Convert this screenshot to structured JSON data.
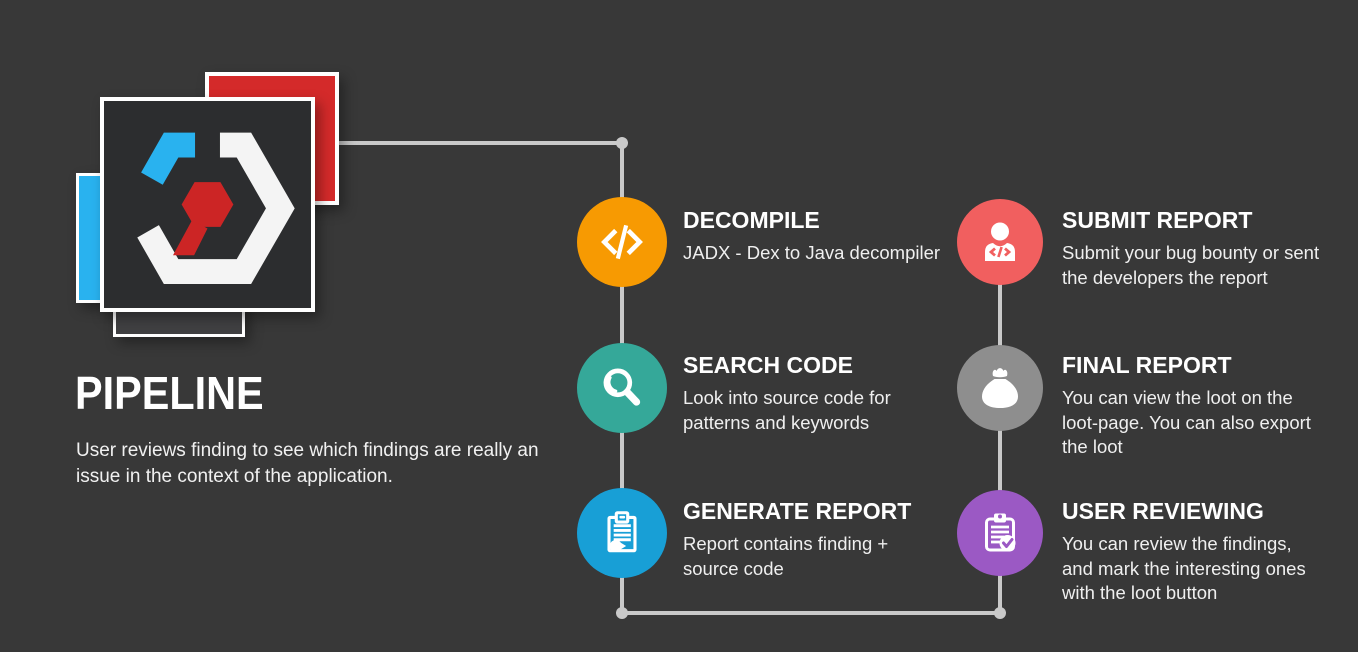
{
  "background_color": "#383838",
  "connector_color": "#c9c9c9",
  "title": "PIPELINE",
  "subtitle": "User reviews finding to see which findings are really an\nissue in the context of the application.",
  "logo": {
    "name": "hexagon-code-logo",
    "colors": {
      "red_square": "#d42a2a",
      "cyan_bar": "#29b2ef",
      "dark_square": "#2c2d2f",
      "bottom_strip": "#404042",
      "hex_white": "#f4f4f4",
      "hex_cyan": "#29b2ef",
      "hex_red": "#cc2525",
      "border": "#ffffff"
    }
  },
  "steps": [
    {
      "id": "decompile",
      "title": "DECOMPILE",
      "description": "JADX - Dex to Java decompiler",
      "icon": "code-icon",
      "color": "#f79a02"
    },
    {
      "id": "search-code",
      "title": "SEARCH CODE",
      "description": "Look into source code for\npatterns and keywords",
      "icon": "search-icon",
      "color": "#35a899"
    },
    {
      "id": "generate-report",
      "title": "GENERATE REPORT",
      "description": "Report contains finding +\nsource code",
      "icon": "report-icon",
      "color": "#189fd6"
    },
    {
      "id": "submit-report",
      "title": "SUBMIT REPORT",
      "description": "Submit your bug bounty or sent\nthe developers the report",
      "icon": "person-code-icon",
      "color": "#f15f5f"
    },
    {
      "id": "final-report",
      "title": "FINAL REPORT",
      "description": "You can view the loot on the\nloot-page. You can also export\nthe loot",
      "icon": "money-bag-icon",
      "color": "#8e8e8e"
    },
    {
      "id": "user-reviewing",
      "title": "USER REVIEWING",
      "description": "You can review the findings,\nand mark the interesting ones\nwith the loot button",
      "icon": "clipboard-check-icon",
      "color": "#9b59c4"
    }
  ]
}
